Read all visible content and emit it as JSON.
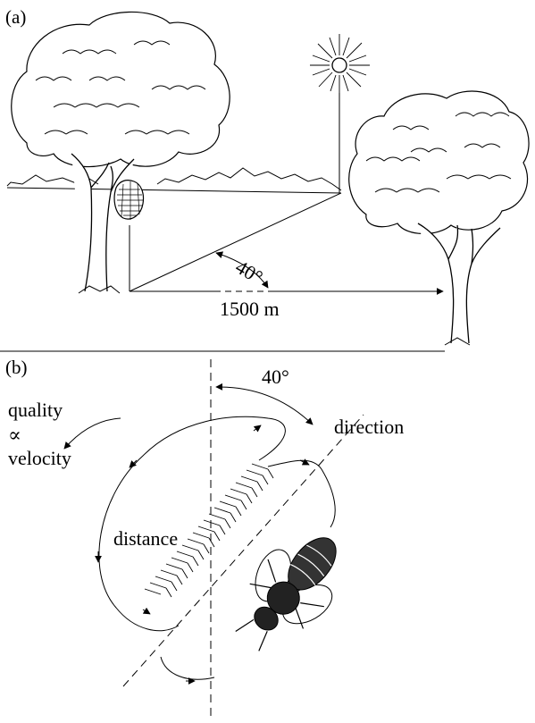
{
  "panel_a": {
    "label": "(a)",
    "angle_label": "40°",
    "distance_label": "1500 m"
  },
  "panel_b": {
    "label": "(b)",
    "angle_label": "40°",
    "direction_label": "direction",
    "distance_label": "distance",
    "quality_label": "quality",
    "proportional_symbol": "∝",
    "velocity_label": "velocity"
  },
  "colors": {
    "ink": "#000000",
    "background": "#ffffff"
  },
  "icons": [
    "tree-left",
    "hive",
    "sun",
    "tree-right",
    "honeybee"
  ]
}
